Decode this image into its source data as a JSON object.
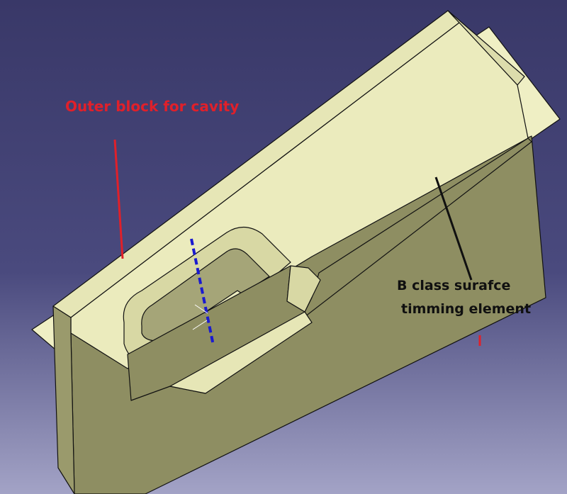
{
  "annotations": {
    "outer_block": "Outer block for cavity",
    "b_class_line1": "B class surafce",
    "b_class_line2": "timming element"
  },
  "colors": {
    "background_top": "#393868",
    "background_bottom": "#a3a3c6",
    "part_light": "#ebebbd",
    "part_dark": "#8e8e62",
    "sheet": "#efefc4",
    "annotation_red": "#e0202a",
    "annotation_black": "#101010",
    "axis_blue": "#1a1ad0"
  }
}
